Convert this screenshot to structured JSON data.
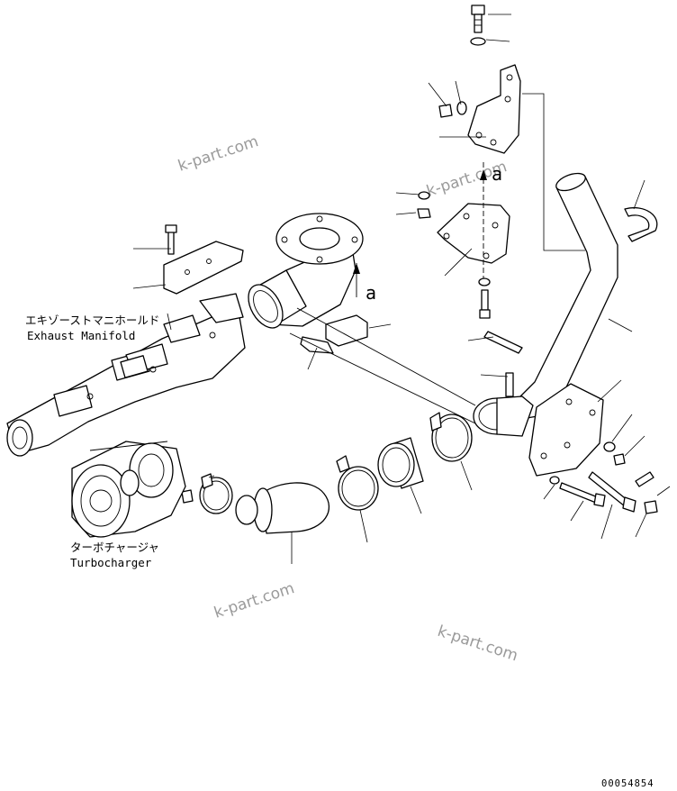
{
  "labels": {
    "exhaust_manifold_jp": "エキゾーストマニホールド",
    "exhaust_manifold_en": "Exhaust Manifold",
    "turbocharger_jp": "ターボチャージャ",
    "turbocharger_en": "Turbocharger",
    "view_arrow_upper": "a",
    "view_arrow_lower": "a"
  },
  "watermarks": [
    "k-part.com",
    "k-part.com",
    "k-part.com",
    "k-part.com"
  ],
  "drawing_number": "00054854"
}
